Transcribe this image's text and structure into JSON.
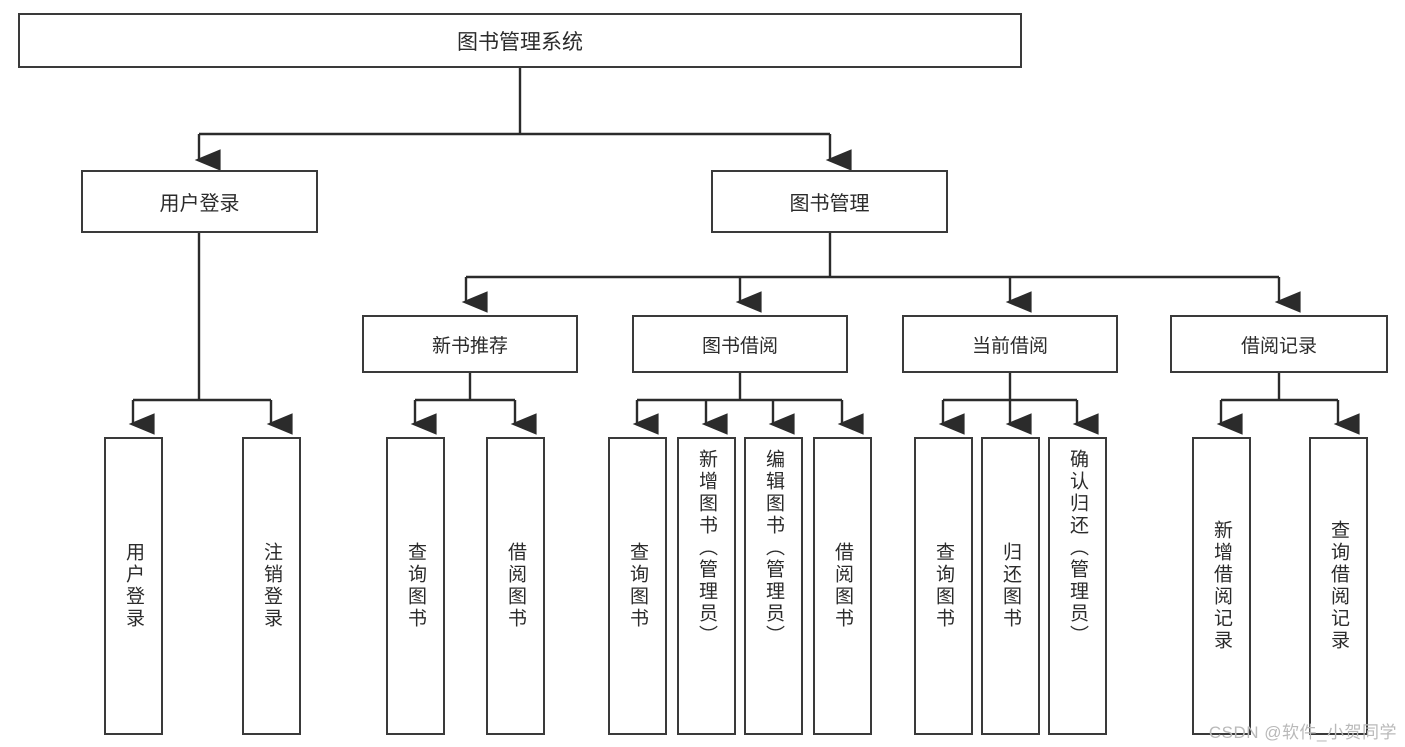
{
  "diagram": {
    "type": "tree-hierarchy",
    "title": "图书管理系统",
    "watermark": "CSDN @软件_小贺同学",
    "colors": {
      "box_border": "#3a3a3a",
      "box_fill": "#ffffff",
      "edge": "#2b2b2b",
      "text": "#2b2b2b",
      "watermark": "#b9b9b9",
      "background": "#ffffff"
    },
    "root": {
      "label": "图书管理系统"
    },
    "level2": [
      {
        "label": "用户登录"
      },
      {
        "label": "图书管理"
      }
    ],
    "level3": [
      {
        "label": "新书推荐"
      },
      {
        "label": "图书借阅"
      },
      {
        "label": "当前借阅"
      },
      {
        "label": "借阅记录"
      }
    ],
    "leaves": [
      {
        "label": "用户登录",
        "parent": "用户登录"
      },
      {
        "label": "注销登录",
        "parent": "用户登录"
      },
      {
        "label": "查询图书",
        "parent": "新书推荐"
      },
      {
        "label": "借阅图书",
        "parent": "新书推荐"
      },
      {
        "label": "查询图书",
        "parent": "图书借阅"
      },
      {
        "label": "新增图书（管理员）",
        "parent": "图书借阅"
      },
      {
        "label": "编辑图书（管理员）",
        "parent": "图书借阅"
      },
      {
        "label": "借阅图书",
        "parent": "图书借阅"
      },
      {
        "label": "查询图书",
        "parent": "当前借阅"
      },
      {
        "label": "归还图书",
        "parent": "当前借阅"
      },
      {
        "label": "确认归还（管理员）",
        "parent": "当前借阅"
      },
      {
        "label": "新增借阅记录",
        "parent": "借阅记录"
      },
      {
        "label": "查询借阅记录",
        "parent": "借阅记录"
      }
    ]
  }
}
